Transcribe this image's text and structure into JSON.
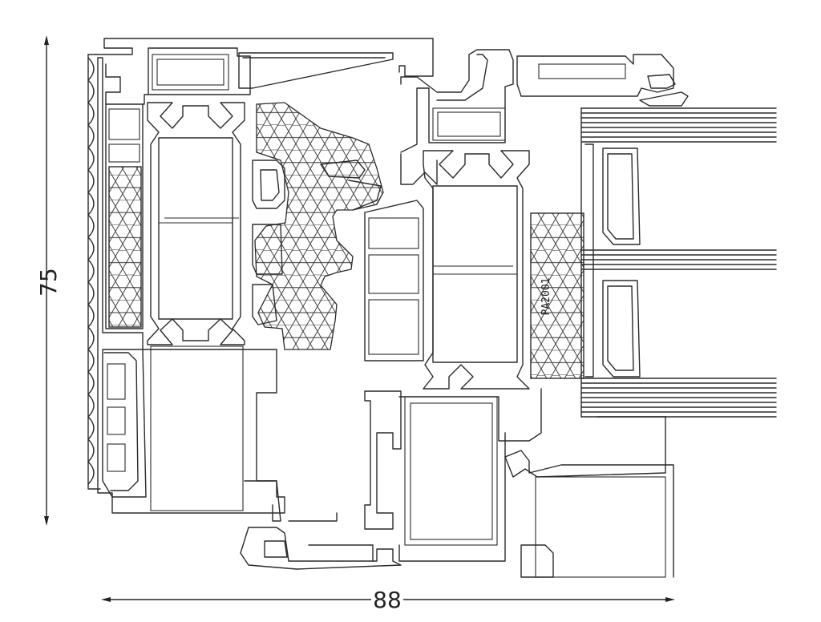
{
  "dimensions": {
    "height": "75",
    "width": "88"
  },
  "labels": {
    "insulation_strip": "PA2001"
  },
  "colors": {
    "line": "#2a2a2a",
    "background": "#ffffff"
  }
}
